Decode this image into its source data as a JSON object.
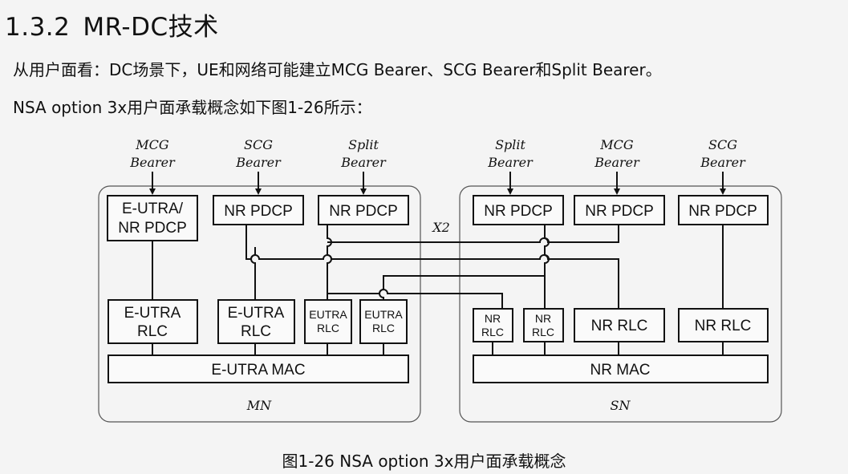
{
  "section": {
    "number": "1.3.2",
    "title": "MR-DC技术"
  },
  "paragraphs": [
    "从用户面看：DC场景下，UE和网络可能建立MCG Bearer、SCG Bearer和Split Bearer。",
    "NSA option 3x用户面承载概念如下图1-26所示："
  ],
  "chart_data": {
    "type": "diagram",
    "caption": "图1-26 NSA option 3x用户面承载概念",
    "bearers": {
      "mn": [
        {
          "line1": "MCG",
          "line2": "Bearer"
        },
        {
          "line1": "SCG",
          "line2": "Bearer"
        },
        {
          "line1": "Split",
          "line2": "Bearer"
        }
      ],
      "sn": [
        {
          "line1": "Split",
          "line2": "Bearer"
        },
        {
          "line1": "MCG",
          "line2": "Bearer"
        },
        {
          "line1": "SCG",
          "line2": "Bearer"
        }
      ]
    },
    "mn": {
      "label": "MN",
      "pdcp": [
        {
          "line1": "E-UTRA/",
          "line2": "NR PDCP"
        },
        {
          "line1": "NR PDCP"
        },
        {
          "line1": "NR PDCP"
        }
      ],
      "rlc": [
        {
          "line1": "E-UTRA",
          "line2": "RLC"
        },
        {
          "line1": "E-UTRA",
          "line2": "RLC"
        },
        {
          "line1": "EUTRA",
          "line2": "RLC"
        },
        {
          "line1": "EUTRA",
          "line2": "RLC"
        }
      ],
      "mac": "E-UTRA MAC"
    },
    "sn": {
      "label": "SN",
      "pdcp": [
        {
          "line1": "NR PDCP"
        },
        {
          "line1": "NR PDCP"
        },
        {
          "line1": "NR PDCP"
        }
      ],
      "rlc": [
        {
          "line1": "NR",
          "line2": "RLC"
        },
        {
          "line1": "NR",
          "line2": "RLC"
        },
        {
          "line1": "NR RLC"
        },
        {
          "line1": "NR RLC"
        }
      ],
      "mac": "NR MAC"
    },
    "interface_label": "X2"
  }
}
